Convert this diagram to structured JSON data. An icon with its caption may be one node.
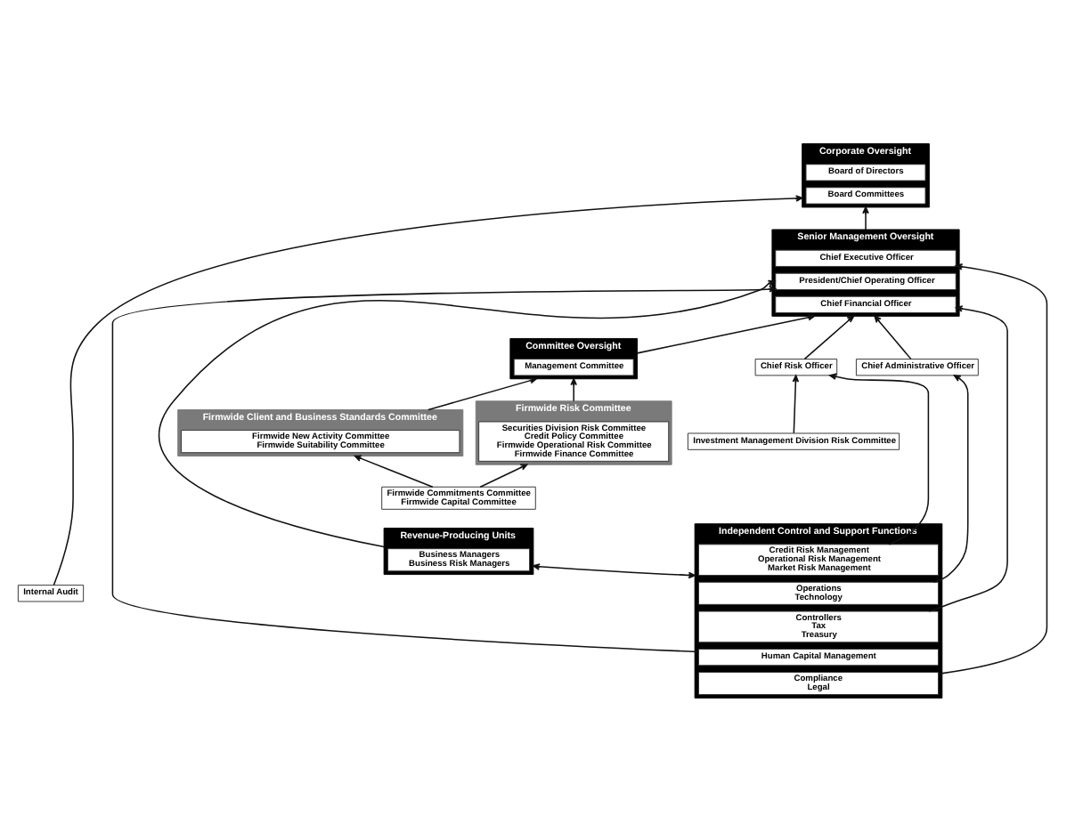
{
  "diagram": {
    "nodes": [
      {
        "text": [
          "Corporate Oversight"
        ]
      },
      {
        "text": [
          "Board of Directors"
        ],
        "in": 0
      },
      {
        "text": [
          "Board Committees"
        ],
        "in": 0
      },
      {
        "text": [
          "Senior Management Oversight"
        ]
      },
      {
        "text": [
          "Chief Executive Officer"
        ],
        "in": 3
      },
      {
        "text": [
          "President/Chief Operating Officer"
        ],
        "in": 3
      },
      {
        "text": [
          "Chief Financial Officer"
        ],
        "in": 3
      },
      {
        "text": [
          "Committee Oversight"
        ]
      },
      {
        "text": [
          "Management Committee"
        ],
        "in": 7
      },
      {
        "text": [
          "Chief Risk Officer"
        ]
      },
      {
        "text": [
          "Chief Administrative Officer"
        ]
      },
      {
        "text": [
          "Firmwide Client and Business Standards Committee"
        ]
      },
      {
        "text": [
          "Firmwide New Activity Committee",
          "Firmwide Suitability Committee"
        ],
        "in": 11
      },
      {
        "text": [
          "Firmwide Risk Committee"
        ]
      },
      {
        "text": [
          "Securities Division Risk Committee",
          "Credit Policy Committee",
          "Firmwide Operational Risk Committee",
          "Firmwide Finance Committee"
        ],
        "in": 13
      },
      {
        "text": [
          "Investment Management Division Risk Committee"
        ]
      },
      {
        "text": [
          "Firmwide Commitments Committee",
          "Firmwide Capital Committee"
        ]
      },
      {
        "text": [
          "Revenue-Producing Units"
        ]
      },
      {
        "text": [
          "Business Managers",
          "Business Risk Managers"
        ],
        "in": 17
      },
      {
        "text": [
          "Independent Control and Support Functions"
        ]
      },
      {
        "text": [
          "Credit Risk Management",
          "Operational Risk Management",
          "Market Risk Management"
        ],
        "in": 19
      },
      {
        "text": [
          "Operations",
          "Technology"
        ],
        "in": 19
      },
      {
        "text": [
          "Controllers",
          "Tax",
          "Treasury"
        ],
        "in": 19
      },
      {
        "text": [
          "Human Capital Management"
        ],
        "in": 19
      },
      {
        "text": [
          "Compliance",
          "Legal"
        ],
        "in": 19
      },
      {
        "text": [
          "Internal Audit"
        ]
      }
    ],
    "edges": [
      {
        "from": 3,
        "to": 0,
        "arrow": "to"
      },
      {
        "from": 25,
        "to": 0,
        "arrow": "to"
      },
      {
        "from": 7,
        "to": 3,
        "arrow": "to"
      },
      {
        "from": 17,
        "to": 5,
        "arrow": "to"
      },
      {
        "from": 9,
        "to": 3,
        "arrow": "to"
      },
      {
        "from": 10,
        "to": 3,
        "arrow": "to"
      },
      {
        "from": 11,
        "to": 7,
        "arrow": "to"
      },
      {
        "from": 13,
        "to": 7,
        "arrow": "to"
      },
      {
        "from": 15,
        "to": 9,
        "arrow": "to"
      },
      {
        "from": 16,
        "to": 11,
        "arrow": "to"
      },
      {
        "from": 16,
        "to": 13,
        "arrow": "to"
      },
      {
        "from": 17,
        "to": 19,
        "arrow": "both"
      },
      {
        "from": 20,
        "to": 9,
        "arrow": "to"
      },
      {
        "from": 21,
        "to": 10,
        "arrow": "to"
      },
      {
        "from": 22,
        "to": 6,
        "arrow": "to"
      },
      {
        "from": 23,
        "to": 5,
        "arrow": "to"
      },
      {
        "from": 24,
        "to": 4,
        "arrow": "to"
      }
    ]
  }
}
